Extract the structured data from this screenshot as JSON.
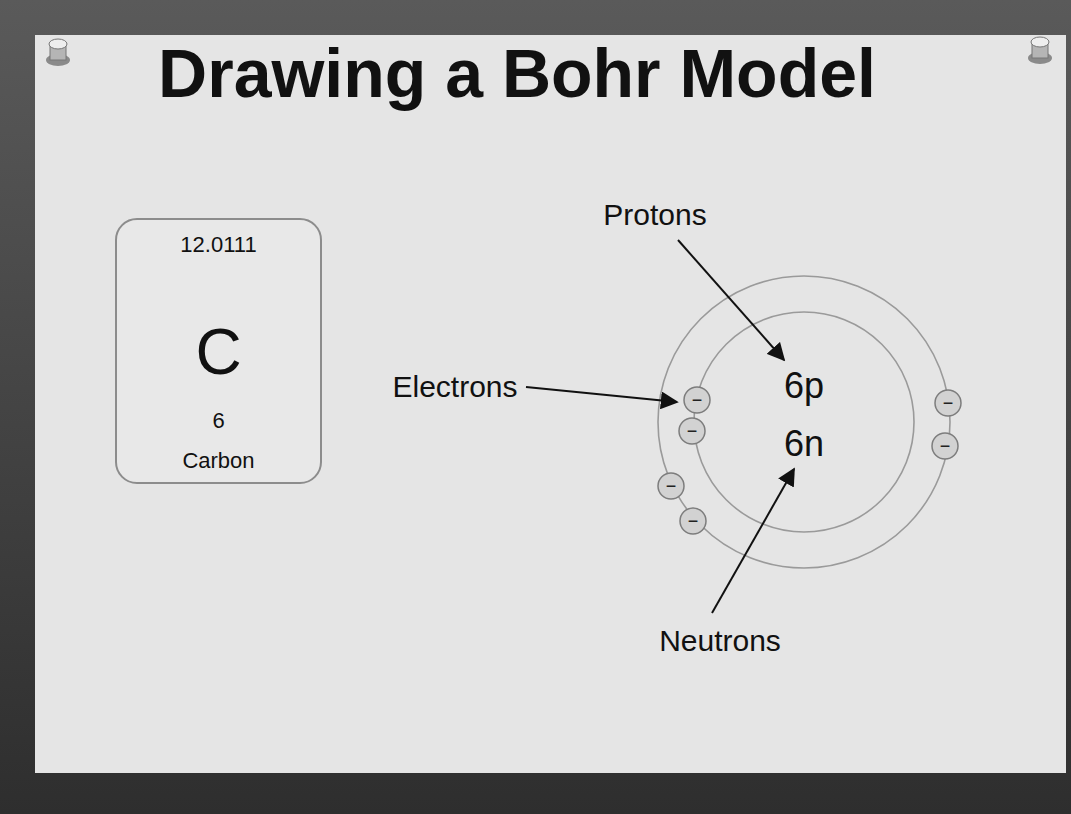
{
  "diagram": {
    "title": "Drawing a Bohr Model",
    "nodes": [
      {
        "text": [
          "12.0111",
          "C",
          "6",
          "Carbon"
        ]
      },
      {
        "text": [
          "−"
        ]
      },
      {
        "text": [
          "−"
        ]
      },
      {
        "text": [
          "−"
        ]
      },
      {
        "text": [
          "−"
        ]
      },
      {
        "text": [
          "−"
        ]
      },
      {
        "text": [
          "−"
        ]
      }
    ],
    "labels": [
      "Protons",
      "Electrons",
      "6p",
      "6n",
      "Neutrons"
    ]
  }
}
